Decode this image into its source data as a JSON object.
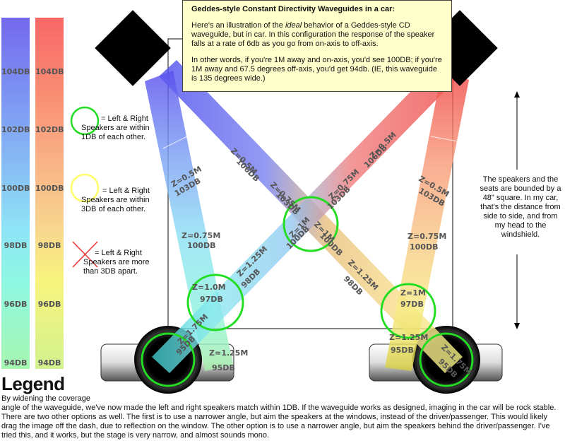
{
  "scale_left": [
    "104DB",
    "102DB",
    "100DB",
    "98DB",
    "96DB",
    "94DB"
  ],
  "scale_right": [
    "104DB",
    "102DB",
    "100DB",
    "98DB",
    "96DB",
    "94DB"
  ],
  "info": {
    "title": "Geddes-style Constant Directivity Waveguides in a car:",
    "para1_pre": "Here's an illustration of the ",
    "para1_em": "ideal",
    "para1_post": " behavior of a Geddes-style CD waveguide, but in car.  In this configuration the response of the speaker falls at a rate of 6db as you go from on-axis to off-axis.",
    "para2": "In other words, if you're 1M away and on-axis, you'd see 100DB; if you're 1M away and 67.5 degrees off-axis, you'd get 94db.  (IE, this waveguide is 135 degrees wide.)"
  },
  "legend_items": {
    "green": "= Left & Right Speakers are within 1DB of each other.",
    "yellow": "= Left & Right Speakers are within 3DB of each other.",
    "red": "= Left & Right Speakers are more than 3DB apart."
  },
  "side_note": "The speakers and the seats are bounded by a 48\" square.  In my car, that's the distance from side to side, and from my head to the windshield.",
  "legend_title": "Legend",
  "caption_line1": "By widening the coverage",
  "caption_body": "angle of the waveguide, we've now made the left and right speakers match within 1DB.  If the waveguide works as designed, imaging in the car will be rock stable.  There are two other options as well.  The first is to use a narrower angle, but aim the speakers at the windows, instead of the driver/passenger.  This would likely drag the image off the dash, due to reflection on the window.  The other option is to use a narrower angle, but aim the speakers behind the driver/passenger.  I've tried this, and it works, but the stage is very narrow, and almost sounds mono.",
  "beam_labels": {
    "left_on_1": "Z=0.5M",
    "left_on_1_db": "106DB",
    "left_on_2": "Z=0.75M",
    "left_on_2_db": "103DB",
    "left_on_3": "Z=1M",
    "left_on_3_db": "100DB",
    "left_on_4": "Z=1.25M",
    "left_on_4_db": "98DB",
    "left_on_5": "Z=1.75M",
    "left_on_5_db": "95DB",
    "left_off_1": "Z=0.5M",
    "left_off_1_db": "103DB",
    "left_off_2": "Z=0.75M",
    "left_off_2_db": "100DB",
    "left_off_3": "Z=1.0M",
    "left_off_3_db": "97DB",
    "left_off_4": "Z=1.25M",
    "left_off_4_db": "95DB",
    "right_on_1": "Z=0.5M",
    "right_on_1_db": "106DB",
    "right_on_2": "Z=0.75M",
    "right_on_2_db": "103DB",
    "right_on_3": "Z=1M",
    "right_on_3_db": "100DB",
    "right_on_4": "Z=1.25M",
    "right_on_4_db": "98DB",
    "right_on_5": "Z=1.75M",
    "right_on_5_db": "95DB",
    "right_off_1": "Z=0.5M",
    "right_off_1_db": "103DB",
    "right_off_2": "Z=0.75M",
    "right_off_2_db": "100DB",
    "right_off_3": "Z=1M",
    "right_off_3_db": "97DB",
    "right_off_4": "Z=1.25M",
    "right_off_4_db": "95DB"
  },
  "colors": {
    "db104_blue": "#7b73f0",
    "db102_blue": "#7fa2f5",
    "db100_blue": "#8fd2f5",
    "db98_blue": "#8ef0f5",
    "db96_blue": "#90f8d5",
    "db94_blue": "#a8f8a8",
    "db104_red": "#fa6a6a",
    "db102_red": "#fa9a7a",
    "db100_red": "#fac090",
    "db98_red": "#fae090",
    "db96_red": "#fafa80",
    "db94_red": "#d0f490",
    "green_ring": "#22dd22",
    "yellow_ring": "#ffff66",
    "red_cross": "#ee3333"
  }
}
